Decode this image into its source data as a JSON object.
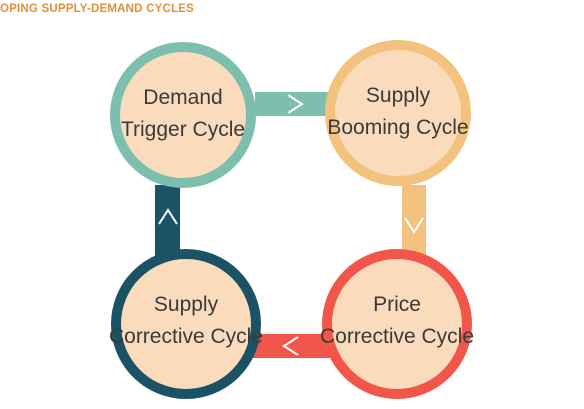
{
  "title": "OPING SUPPLY-DEMAND CYCLES",
  "colors": {
    "fill": "#fadcbd",
    "demand_trigger": "#7cbfae",
    "supply_booming": "#f2c27e",
    "price_corrective": "#f2564a",
    "supply_corrective": "#1c5266"
  },
  "nodes": {
    "demand_trigger": {
      "line1": "Demand",
      "line2": "Trigger Cycle"
    },
    "supply_booming": {
      "line1": "Supply",
      "line2": "Booming Cycle"
    },
    "price_corrective": {
      "line1": "Price",
      "line2": "Corrective Cycle"
    },
    "supply_corrective": {
      "line1": "Supply",
      "line2": "Corrective Cycle"
    }
  },
  "connectors": [
    {
      "from": "Demand Trigger Cycle",
      "to": "Supply Booming Cycle"
    },
    {
      "from": "Supply Booming Cycle",
      "to": "Price Corrective Cycle"
    },
    {
      "from": "Price Corrective Cycle",
      "to": "Supply Corrective Cycle"
    },
    {
      "from": "Supply Corrective Cycle",
      "to": "Demand Trigger Cycle"
    }
  ]
}
